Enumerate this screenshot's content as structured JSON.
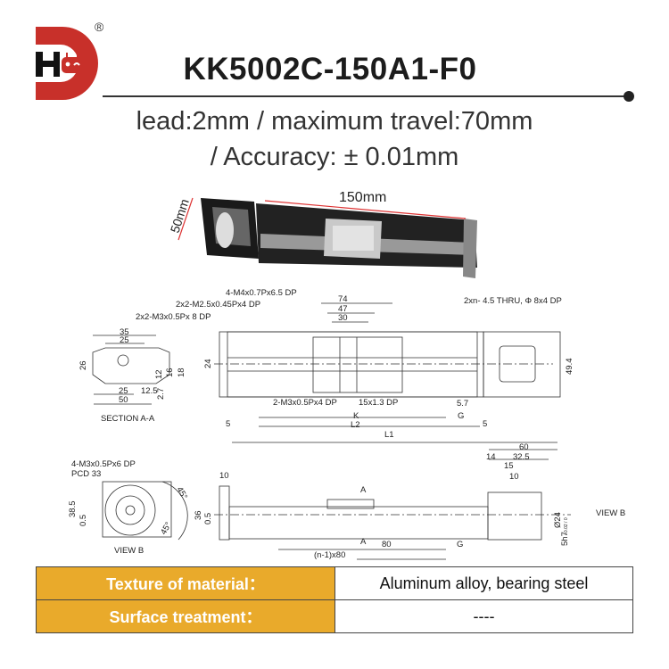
{
  "brand": {
    "logo_text": "HD",
    "registered": "®",
    "colors": {
      "red": "#c8302a",
      "black": "#111111"
    }
  },
  "header": {
    "title": "KK5002C-150A1-F0",
    "subtitle_line1": "lead:2mm / maximum travel:70mm",
    "subtitle_line2": "/ Accuracy: ± 0.01mm"
  },
  "photo": {
    "length_label": "150mm",
    "width_label": "50mm"
  },
  "drawing": {
    "top_view": {
      "callouts": [
        "2x2-M3x0.5Px 8 DP",
        "2x2-M2.5x0.45Px4 DP",
        "4-M4x0.7Px6.5 DP",
        "2xn- 4.5 THRU, Φ 8x4 DP",
        "2-M3x0.5Px4 DP",
        "15x1.3 DP"
      ],
      "dims": {
        "d74": "74",
        "d47": "47",
        "d30": "30",
        "d24": "24",
        "d49_4": "49.4",
        "d5_7": "5.7",
        "K": "K",
        "G": "G",
        "d5a": "5",
        "d5b": "5",
        "L2": "L2",
        "L1": "L1"
      }
    },
    "section": {
      "label": "SECTION A-A",
      "dims": {
        "d35": "35",
        "d25a": "25",
        "d26": "26",
        "d12": "12",
        "d16": "16",
        "d18": "18",
        "d25b": "25",
        "d12_5": "12.5",
        "d2_7": "2.7",
        "d50": "50"
      }
    },
    "view_b": {
      "label": "VIEW B",
      "callout1": "4-M3x0.5Px6 DP",
      "callout2": "PCD 33",
      "dims": {
        "d38_5": "38.5",
        "d0_5": "0.5",
        "a1": "45°",
        "a2": "45°"
      }
    },
    "side_view": {
      "dims": {
        "d10a": "10",
        "d36": "36",
        "d0_5": "0.5",
        "A1": "A",
        "A2": "A",
        "d80": "80",
        "G": "G",
        "n80": "(n-1)x80",
        "d60": "60",
        "d14": "14",
        "d32_5": "32.5",
        "d15": "15",
        "d10b": "10",
        "d24": "Ø24",
        "tol": "+0.02 / 0",
        "h7": "5h7",
        "viewb": "VIEW B"
      }
    }
  },
  "spec_table": [
    {
      "key": "Texture of material：",
      "value": "Aluminum alloy, bearing steel"
    },
    {
      "key": "Surface treatment：",
      "value": "----"
    }
  ],
  "table_color": "#e9aa2b"
}
